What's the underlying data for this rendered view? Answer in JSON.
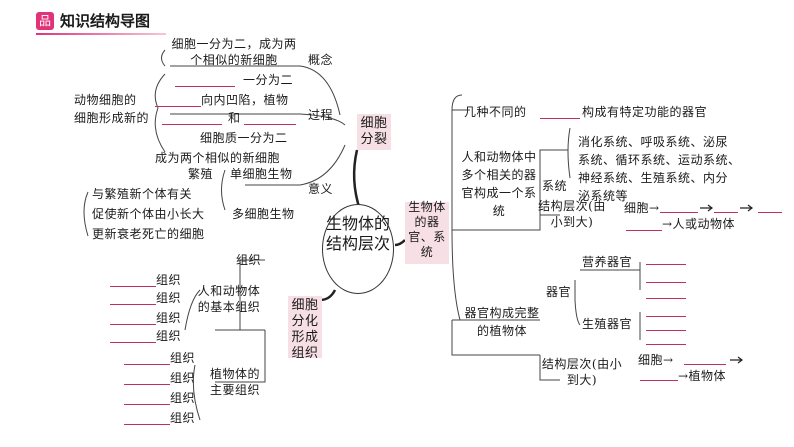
{
  "header": {
    "icon": "品",
    "title": "知识结构导图"
  },
  "center": "生物体的结构层次",
  "cell_division": {
    "title": "细胞分裂",
    "concept": {
      "label": "概念",
      "text": "细胞一分为二，成为两个相似的新细胞"
    },
    "process": {
      "label": "过程",
      "line1": "一分为二",
      "line2a": "动物细胞的",
      "line2b": "向内凹陷，植物",
      "line3a": "细胞形成新的",
      "line3b": "和",
      "line4": "细胞质一分为二",
      "line5": "成为两个相似的新细胞"
    },
    "meaning": {
      "label": "意义",
      "single_a": "繁殖",
      "single_b": "单细胞生物",
      "multi": "多细胞生物",
      "m1": "与繁殖新个体有关",
      "m2": "促使新个体由小长大",
      "m3": "更新衰老死亡的细胞"
    }
  },
  "differentiation": {
    "title": "细胞分化形成组织",
    "tissue_label": "组织",
    "animal": "人和动物体的基本组织",
    "plant": "植物体的主要组织",
    "suffix": "组织"
  },
  "organs": {
    "title": "生物体的器官、系统",
    "def_a": "几种不同的",
    "def_b": "构成有特定功能的器官",
    "human": {
      "desc": "人和动物体中多个相关的器官构成一个系统",
      "system_label": "系统",
      "sys_line1": "消化系统、呼吸系统、泌尿",
      "sys_line2": "系统、循环系统、运动系统、",
      "sys_line3": "神经系统、生殖系统、内分",
      "sys_line4": "泌系统等",
      "levels": "结构层次(由小到大)",
      "chain_start": "细胞→",
      "chain_end": "→人或动物体"
    },
    "plant": {
      "desc": "器官构成完整的植物体",
      "organ_label": "器官",
      "vegetative": "营养器官",
      "reproductive": "生殖器官",
      "levels": "结构层次(由小到大)",
      "chain_start": "细胞→",
      "chain_end": "→植物体"
    }
  }
}
